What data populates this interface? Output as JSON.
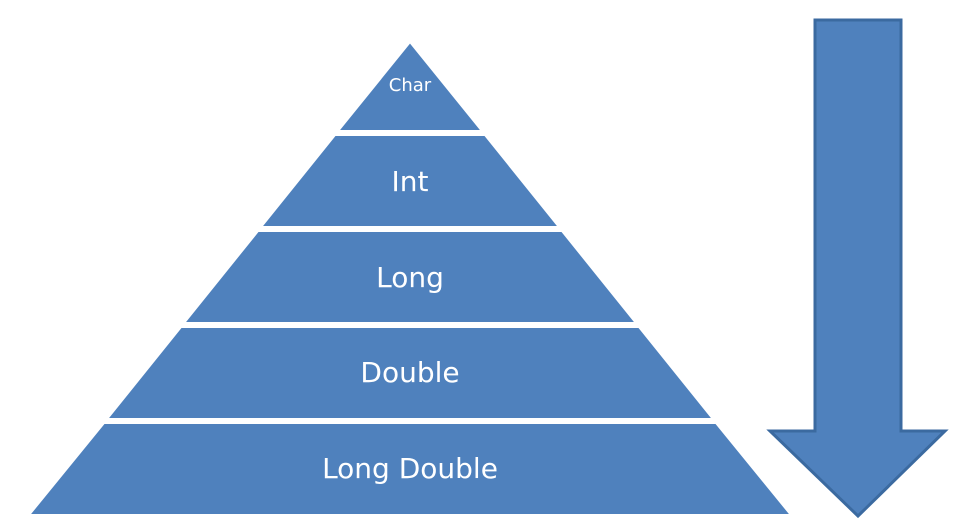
{
  "colors": {
    "fill": "#4f81bd",
    "stroke": "#3b6aa0",
    "separator": "#ffffff",
    "text": "#ffffff",
    "background": "#ffffff"
  },
  "pyramid": {
    "tiers": [
      {
        "label": "Char"
      },
      {
        "label": "Int"
      },
      {
        "label": "Long"
      },
      {
        "label": "Double"
      },
      {
        "label": "Long Double"
      }
    ]
  },
  "arrow": {
    "icon": "arrow-down-icon",
    "direction": "down"
  }
}
